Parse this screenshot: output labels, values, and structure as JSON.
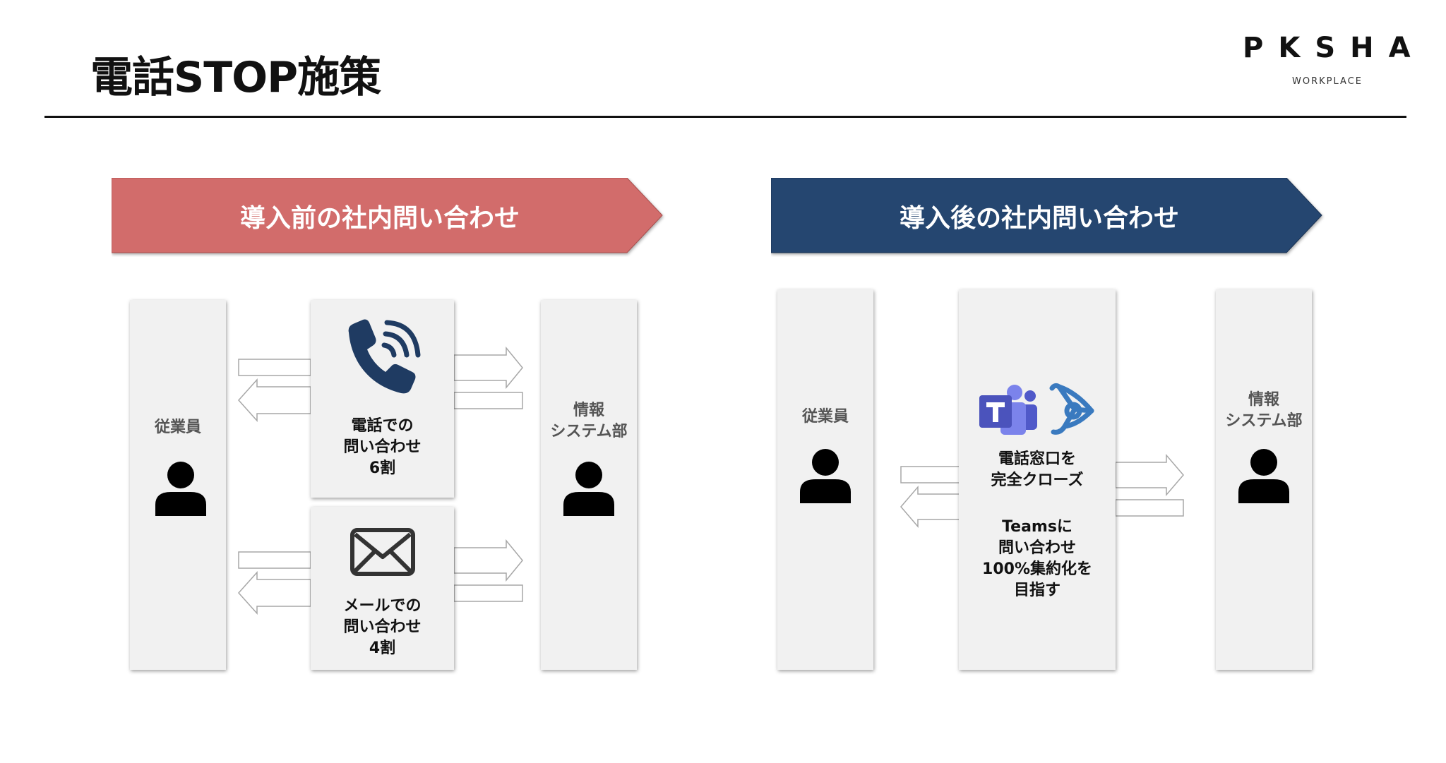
{
  "header": {
    "title": "電話STOP施策"
  },
  "logo": {
    "main": "PKSHA",
    "sub": "WORKPLACE"
  },
  "before": {
    "banner": "導入前の社内問い合わせ",
    "employee_label": "従業員",
    "it_label": "情報\nシステム部",
    "phone_text": "電話での\n問い合わせ\n6割",
    "mail_text": "メールでの\n問い合わせ\n4割"
  },
  "after": {
    "banner": "導入後の社内問い合わせ",
    "employee_label": "従業員",
    "it_label": "情報\nシステム部",
    "center_text_1": "電話窓口を\n完全クローズ",
    "center_text_2": "Teamsに\n問い合わせ\n100%集約化を\n目指す"
  },
  "colors": {
    "before_banner": "#d26c6b",
    "after_banner": "#254670",
    "phone_icon": "#1f3b62",
    "teams_icon": "#5059c9",
    "pksha_icon": "#3a7abf"
  }
}
